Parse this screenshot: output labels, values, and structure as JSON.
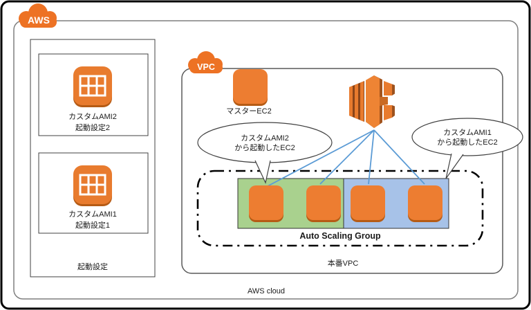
{
  "diagram": {
    "outer": {
      "aws_badge": "AWS",
      "aws_cloud_label": "AWS cloud"
    },
    "launch_config_group": {
      "label": "起動設定",
      "items": [
        {
          "name": "カスタムAMI2",
          "sub": "起動設定2"
        },
        {
          "name": "カスタムAMI1",
          "sub": "起動設定1"
        }
      ]
    },
    "vpc": {
      "badge": "VPC",
      "label": "本番VPC",
      "master_ec2_label": "マスターEC2",
      "asg_label": "Auto Scaling Group"
    },
    "callouts": [
      {
        "line1": "カスタムAMI2",
        "line2": "から起動したEC2"
      },
      {
        "line1": "カスタムAMI1",
        "line2": "から起動したEC2"
      }
    ],
    "colors": {
      "orange": "#E87B2E",
      "orange_shadow": "#B55B15",
      "cloud_orange": "#ED7224",
      "green_zone": "#A9D18E",
      "blue_zone": "#A7C2E8",
      "connector_blue": "#5B9BD5"
    }
  }
}
